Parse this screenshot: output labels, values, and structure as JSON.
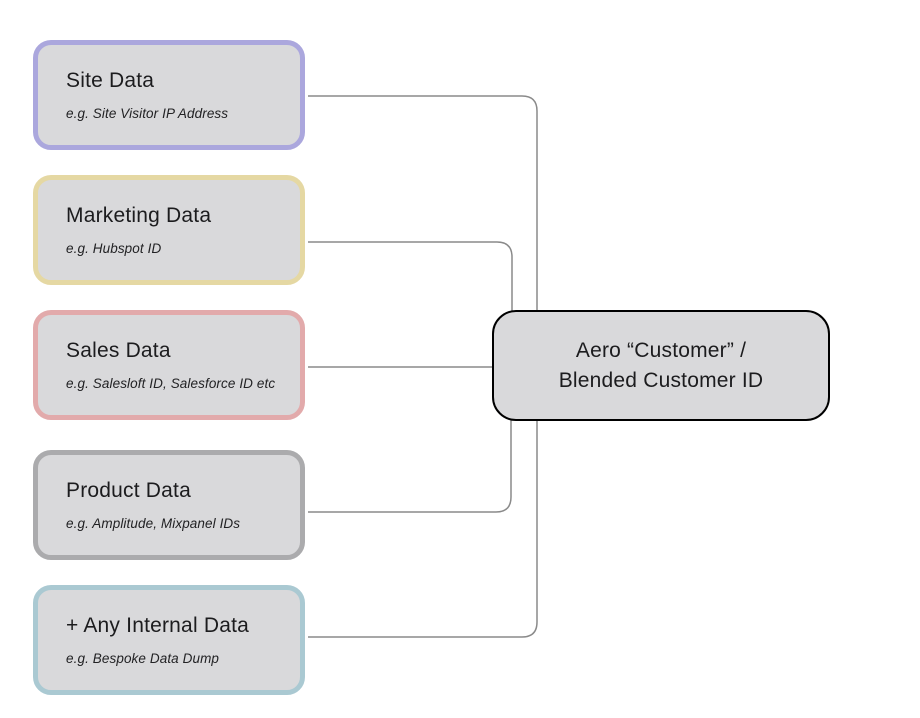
{
  "diagram": {
    "sources": [
      {
        "title": "Site Data",
        "example": "e.g. Site Visitor IP Address",
        "border_color": "#aba7dd"
      },
      {
        "title": "Marketing Data",
        "example": "e.g. Hubspot ID",
        "border_color": "#e5d8a3"
      },
      {
        "title": "Sales Data",
        "example": "e.g. Salesloft ID, Salesforce ID etc",
        "border_color": "#e2aaab"
      },
      {
        "title": "Product Data",
        "example": "e.g. Amplitude, Mixpanel IDs",
        "border_color": "#ababad"
      },
      {
        "title": "+ Any Internal Data",
        "example": "e.g. Bespoke Data Dump",
        "border_color": "#aac9d2"
      }
    ],
    "target": {
      "line1": "Aero “Customer” /",
      "line2": "Blended Customer ID",
      "border_color": "#000000"
    },
    "colors": {
      "box_fill": "#d9d9db",
      "connector": "#8a8a8a",
      "text": "#1c1c1e"
    }
  }
}
